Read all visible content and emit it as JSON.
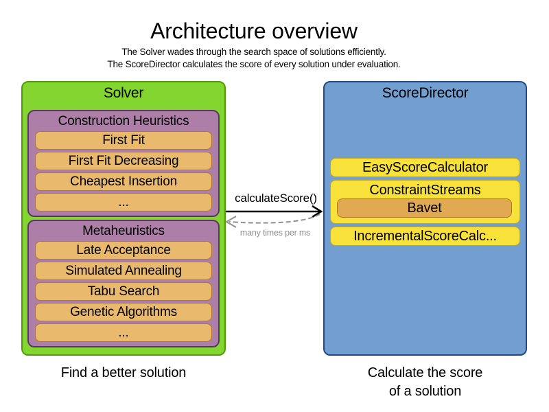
{
  "header": {
    "title": "Architecture overview",
    "subtitle_line1": "The Solver wades through the search space of solutions efficiently.",
    "subtitle_line2": "The ScoreDirector calculates the score of every solution under evaluation."
  },
  "solver": {
    "title": "Solver",
    "caption": "Find a better solution",
    "groups": [
      {
        "title": "Construction Heuristics",
        "items": [
          "First Fit",
          "First Fit Decreasing",
          "Cheapest Insertion",
          "..."
        ]
      },
      {
        "title": "Metaheuristics",
        "items": [
          "Late Acceptance",
          "Simulated Annealing",
          "Tabu Search",
          "Genetic Algorithms",
          "..."
        ]
      }
    ]
  },
  "score_director": {
    "title": "ScoreDirector",
    "caption_line1": "Calculate the score",
    "caption_line2": "of a solution",
    "item_easy": "EasyScoreCalculator",
    "item_constraint_streams": "ConstraintStreams",
    "item_bavet": "Bavet",
    "item_incremental": "IncrementalScoreCalc..."
  },
  "arrows": {
    "call_label": "calculateScore()",
    "frequency_label": "many times per ms"
  },
  "colors": {
    "green-fill": "#82d62f",
    "green-border": "#4f9b08",
    "purple-fill": "#ad7fa8",
    "purple-border": "#5c3566",
    "orange-fill": "#e9b96e",
    "orange-border": "#b4781f",
    "blue-fill": "#729fcf",
    "blue-border": "#204a87",
    "yellow-fill": "#f8e139",
    "yellow-border": "#c7a81c",
    "bavet-fill": "#e0a952",
    "bavet-border": "#a97929",
    "gray-arrow": "#8f8f8f"
  }
}
